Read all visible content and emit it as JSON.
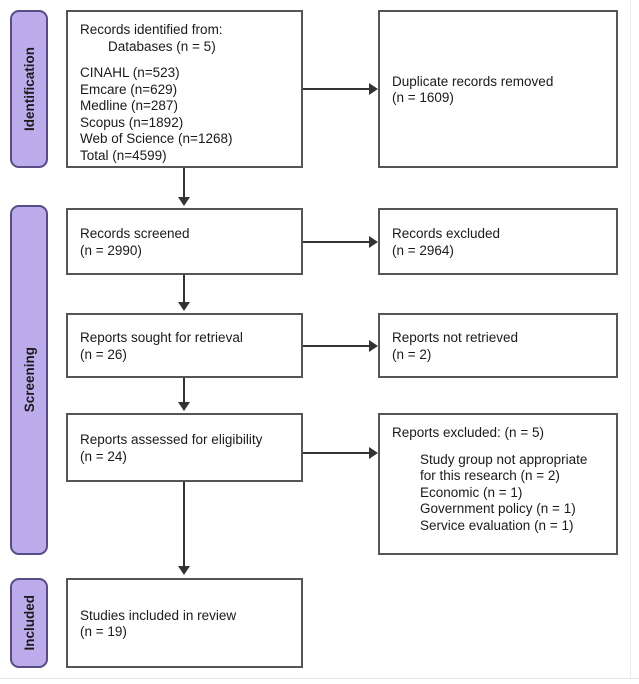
{
  "diagram": {
    "type": "prisma-flow-diagram",
    "phases": [
      {
        "id": "identification",
        "label": "Identification"
      },
      {
        "id": "screening",
        "label": "Screening"
      },
      {
        "id": "included",
        "label": "Included"
      }
    ],
    "nodes": {
      "identified": {
        "title": "Records identified from:",
        "subtitle": "Databases (n = 5)",
        "sources": [
          "CINAHL (n=523)",
          "Emcare (n=629)",
          "Medline (n=287)",
          "Scopus (n=1892)",
          "Web of Science (n=1268)",
          "Total (n=4599)"
        ]
      },
      "duplicates": {
        "title": "Duplicate records removed",
        "count": "(n = 1609)"
      },
      "screened": {
        "title": "Records screened",
        "count": "(n = 2990)"
      },
      "excluded": {
        "title": "Records excluded",
        "count": "(n = 2964)"
      },
      "sought": {
        "title": "Reports sought for retrieval",
        "count": "(n = 26)"
      },
      "not_retrieved": {
        "title": "Reports not retrieved",
        "count": "(n = 2)"
      },
      "assessed": {
        "title": "Reports assessed for eligibility",
        "count": "(n = 24)"
      },
      "reasons": {
        "title": "Reports excluded: (n = 5)",
        "items": [
          "Study group not appropriate",
          "for this research (n = 2)",
          "Economic (n = 1)",
          "Government policy (n = 1)",
          "Service evaluation (n = 1)"
        ]
      },
      "included": {
        "title": "Studies included in review",
        "count": "(n = 19)"
      }
    },
    "colors": {
      "phase_fill": "#bcacec",
      "phase_border": "#584c86",
      "box_border": "#555555",
      "connector": "#333333",
      "text": "#1a1a1a",
      "background": "#ffffff"
    }
  }
}
